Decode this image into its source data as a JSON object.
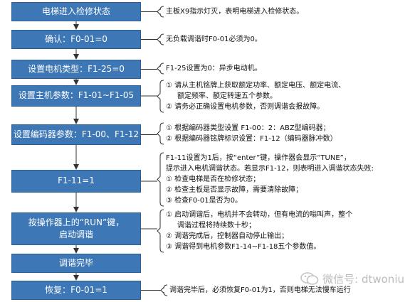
{
  "steps": [
    {
      "label": "电梯进入检修状态"
    },
    {
      "label": "确认：F0-01=0"
    },
    {
      "label": "设置电机类型：F1-25=0"
    },
    {
      "label": "设置主机参数：F1-01~F1-05"
    },
    {
      "label": "设置编码器参数：F1-00、F1-12"
    },
    {
      "label": "F1-11=1"
    },
    {
      "label": "按操作器上的“RUN”键，",
      "label2": "启动调谐"
    },
    {
      "label": "调谐完毕"
    },
    {
      "label": "恢复：F0-01=1"
    }
  ],
  "notes": [
    {
      "lines": [
        "主板X9指示灯灭，表明电梯进入检修状态。"
      ]
    },
    {
      "lines": [
        "无负载调谐时F0-01必须为0。"
      ]
    },
    {
      "lines": [
        "F1-25设置为0：异步电动机。"
      ]
    },
    {
      "lines": [
        "① 请从主机铭牌上获取额定功率、额定电压、额定电流、",
        "额定频率、额定转速五个参数。",
        "② 请务必正确设置电机参数，否则调谐会报故障。"
      ]
    },
    {
      "lines": [
        "① 根据编码器类型设置 F1-00：2：ABZ型编码器；",
        "② 根据编码器铭牌标识设置：F1-12（编码器脉冲数）"
      ]
    },
    {
      "lines": [
        "F1-11设置为1后，按“enter”键，操作器会显示“TUNE”，",
        "提示进入电机调谐状态。若显示F1-12，则表明进入调谐状态失败:",
        "① 检查电梯是否在检修状态；",
        "② 检查主板是否显示故障，需要清除故障；",
        "③ 检查F0-01是否为0。"
      ]
    },
    {
      "lines": [
        "① 启动调谐后，电机并不会转动，但有电流的嗡叫声，整个",
        "调谐过程将持续数十秒；",
        "② 调谐完成后，控制器自动停止输出；",
        "③ 调谐得到电机参数F1-14~F1-18五个参数值。"
      ]
    },
    {
      "lines": []
    },
    {
      "lines": [
        "调谐完毕后，必须恢复F0-01为1，否则电梯无法慢车运行"
      ]
    }
  ],
  "watermark": {
    "text": "微信号: dtwoniu"
  },
  "colors": {
    "box_fill": "#3e77b6",
    "box_border": "#2d5f97",
    "connector": "#333333"
  }
}
